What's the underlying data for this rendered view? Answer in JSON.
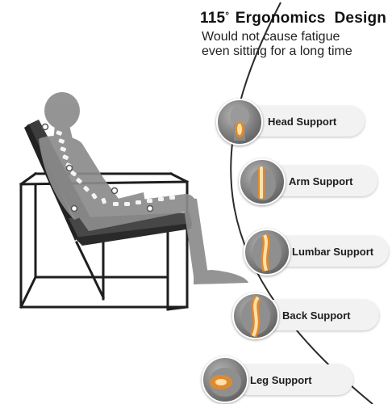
{
  "heading": {
    "angle": "115",
    "degree_symbol": "°",
    "title": "Ergonomics  Design",
    "subtitle_line1": "Would not cause fatigue",
    "subtitle_line2": "even sitting for a long time"
  },
  "features": [
    {
      "label": "Head Support",
      "icon": "head-support-icon"
    },
    {
      "label": "Arm Support",
      "icon": "arm-support-icon"
    },
    {
      "label": "Lumbar Support",
      "icon": "lumbar-support-icon"
    },
    {
      "label": "Back Support",
      "icon": "back-support-icon"
    },
    {
      "label": "Leg Support",
      "icon": "leg-support-icon"
    }
  ],
  "colors": {
    "accent_glow": "#f08a1c",
    "curve": "#2b2b2b",
    "chair_frame": "#1e1e1e",
    "chair_cushion": "#4a4a4a",
    "silhouette": "#8c8c8c"
  }
}
